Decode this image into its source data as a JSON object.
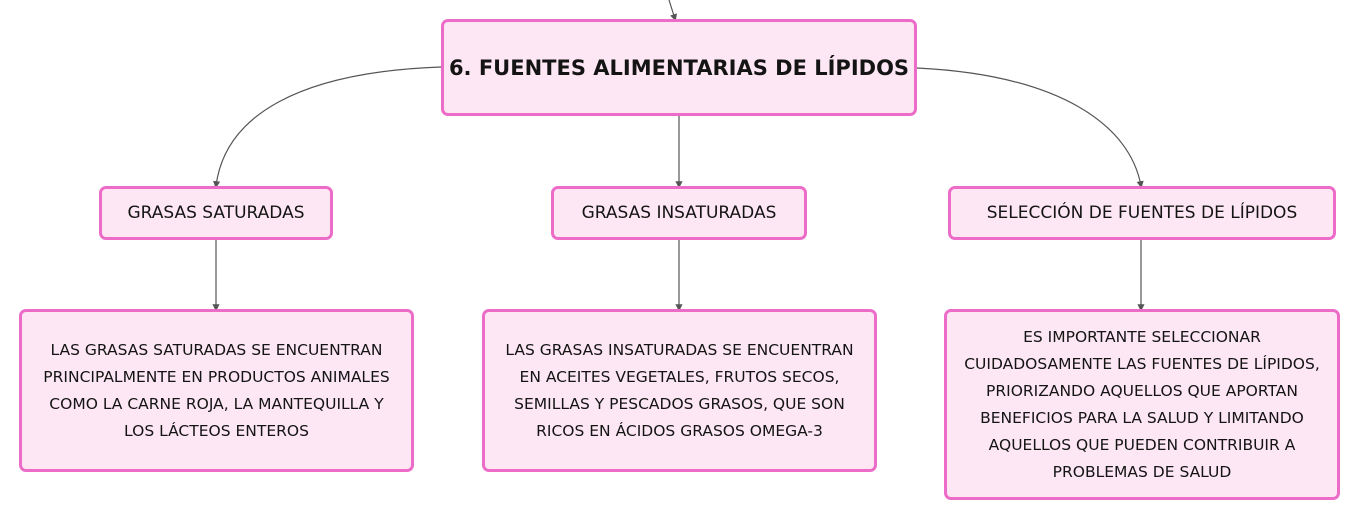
{
  "diagram": {
    "main_topic": "6. FUENTES ALIMENTARIAS DE LÍPIDOS",
    "branches": [
      {
        "label": "GRASAS SATURADAS",
        "detail": "LAS GRASAS SATURADAS SE ENCUENTRAN PRINCIPALMENTE EN PRODUCTOS ANIMALES COMO LA CARNE ROJA, LA MANTEQUILLA Y LOS LÁCTEOS ENTEROS"
      },
      {
        "label": "GRASAS INSATURADAS",
        "detail": "LAS GRASAS INSATURADAS SE ENCUENTRAN EN ACEITES VEGETALES, FRUTOS SECOS, SEMILLAS Y PESCADOS GRASOS, QUE SON RICOS EN ÁCIDOS GRASOS OMEGA-3"
      },
      {
        "label": "SELECCIÓN DE FUENTES DE LÍPIDOS",
        "detail": "ES IMPORTANTE SELECCIONAR CUIDADOSAMENTE LAS FUENTES DE LÍPIDOS, PRIORIZANDO AQUELLOS QUE APORTAN BENEFICIOS PARA LA SALUD Y LIMITANDO AQUELLOS QUE PUEDEN CONTRIBUIR A PROBLEMAS DE SALUD"
      }
    ]
  },
  "colors": {
    "node_fill": "#fde7f4",
    "node_border": "#ec6cc8",
    "connector": "#555555",
    "text": "#141414"
  }
}
